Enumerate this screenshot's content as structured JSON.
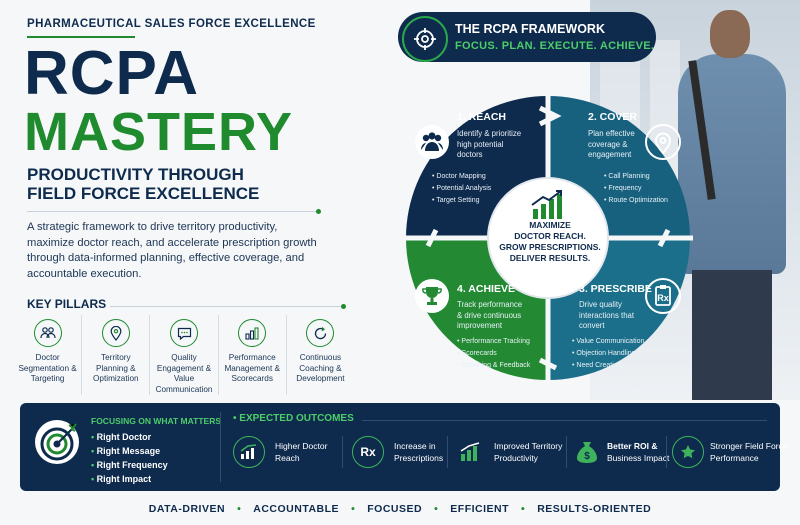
{
  "header": {
    "top_label": "PHARMACEUTICAL SALES FORCE EXCELLENCE",
    "title_line1": "RCPA",
    "title_line2": "MASTERY",
    "subtitle_line1": "PRODUCTIVITY THROUGH",
    "subtitle_line2": "FIELD FORCE EXCELLENCE",
    "description": "A strategic framework to drive territory productivity, maximize doctor reach, and accelerate prescription growth through data-informed planning, effective coverage, and accountable execution."
  },
  "pillars": {
    "heading": "KEY PILLARS",
    "items": [
      {
        "label": "Doctor Segmentation & Targeting",
        "icon": "people-icon"
      },
      {
        "label": "Territory Planning & Optimization",
        "icon": "map-pin-icon"
      },
      {
        "label": "Quality Engagement & Value Communication",
        "icon": "chat-icon"
      },
      {
        "label": "Performance Management & Scorecards",
        "icon": "bar-chart-icon"
      },
      {
        "label": "Continuous Coaching & Development",
        "icon": "cycle-icon"
      }
    ]
  },
  "framework": {
    "title": "THE RCPA FRAMEWORK",
    "tagline": "FOCUS. PLAN. EXECUTE. ACHIEVE.",
    "center_line1": "MAXIMIZE",
    "center_line2": "DOCTOR REACH.",
    "center_line3": "GROW PRESCRIPTIONS.",
    "center_line4": "DELIVER RESULTS.",
    "quadrants": {
      "reach": {
        "title": "1. REACH",
        "desc_lines": [
          "Identify & prioritize",
          "high potential",
          "doctors"
        ],
        "items": [
          "Doctor Mapping",
          "Potential Analysis",
          "Target Setting"
        ]
      },
      "cover": {
        "title": "2. COVER",
        "desc_lines": [
          "Plan effective",
          "coverage &",
          "engagement"
        ],
        "items": [
          "Call Planning",
          "Frequency",
          "Route Optimization"
        ]
      },
      "prescribe": {
        "title": "3. PRESCRIBE",
        "desc_lines": [
          "Drive quality",
          "interactions that",
          "convert"
        ],
        "items": [
          "Value Communication",
          "Objection Handling",
          "Need Creation"
        ]
      },
      "achieve": {
        "title": "4. ACHIEVE",
        "desc_lines": [
          "Track performance",
          "& drive continuous",
          "improvement"
        ],
        "items": [
          "Performance Tracking",
          "Scorecards",
          "Coaching & Feedback"
        ]
      }
    }
  },
  "focus": {
    "title": "FOCUSING ON WHAT MATTERS",
    "items": [
      "Right Doctor",
      "Right Message",
      "Right Frequency",
      "Right Impact"
    ]
  },
  "outcomes": {
    "heading": "EXPECTED OUTCOMES",
    "items": [
      {
        "line1": "Higher Doctor",
        "line2": "Reach",
        "icon": "growth-chart-icon"
      },
      {
        "line1": "Increase in",
        "line2": "Prescriptions",
        "icon": "rx-icon"
      },
      {
        "line1": "Improved Territory",
        "line2": "Productivity",
        "icon": "bar-chart-icon"
      },
      {
        "line1": "Better ROI &",
        "line2": "Business Impact",
        "icon": "money-bag-icon"
      },
      {
        "line1": "Stronger Field Force",
        "line2": "Performance",
        "icon": "star-icon"
      }
    ]
  },
  "bottom_tagline": [
    "DATA-DRIVEN",
    "ACCOUNTABLE",
    "FOCUSED",
    "EFFICIENT",
    "RESULTS-ORIENTED"
  ],
  "colors": {
    "navy": "#0e2a4d",
    "green": "#1f8a2e",
    "teal_cover": "#17617f",
    "teal_prescribe": "#1c6f8a",
    "green_achieve": "#238a33"
  }
}
